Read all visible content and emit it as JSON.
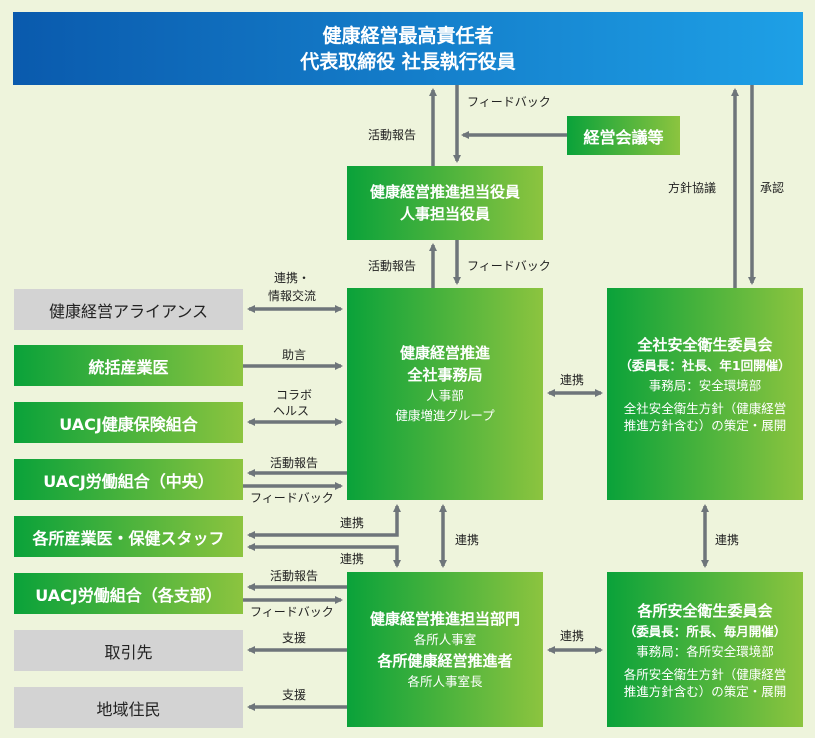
{
  "top": {
    "line1": "健康経営最高責任者",
    "line2": "代表取締役 社長執行役員"
  },
  "meeting": "経営会議等",
  "officer": {
    "line1": "健康経営推進担当役員",
    "line2": "人事担当役員"
  },
  "office": {
    "line1": "健康経営推進",
    "line2": "全社事務局",
    "line3": "人事部",
    "line4": "健康増進グループ"
  },
  "company_committee": {
    "title": "全社安全衛生委員会",
    "sub": "（委員長：社長、年1回開催）",
    "secretariat": "事務局：安全環境部",
    "policy1": "全社安全衛生方針（健康経営",
    "policy2": "推進方針含む）の策定・展開"
  },
  "dept": {
    "line1": "健康経営推進担当部門",
    "line2": "各所人事室",
    "line3": "各所健康経営推進者",
    "line4": "各所人事室長"
  },
  "site_committee": {
    "title": "各所安全衛生委員会",
    "sub": "（委員長：所長、毎月開催）",
    "secretariat": "事務局：各所安全環境部",
    "policy1": "各所安全衛生方針（健康経営",
    "policy2": "推進方針含む）の策定・展開"
  },
  "left": [
    "健康経営アライアンス",
    "統括産業医",
    "UACJ健康保険組合",
    "UACJ労働組合（中央）",
    "各所産業医・保健スタッフ",
    "UACJ労働組合（各支部）",
    "取引先",
    "地域住民"
  ],
  "labels": {
    "feedback": "フィードバック",
    "report": "活動報告",
    "policy_discussion": "方針協議",
    "approval": "承認",
    "collab": "連携",
    "collab_info1": "連携・",
    "collab_info2": "情報交流",
    "advice": "助言",
    "collabo1": "コラボ",
    "collabo2": "ヘルス",
    "support": "支援"
  },
  "colors": {
    "arrow": "#6e757a",
    "green_start": "#0aa23a",
    "green_end": "#8cc43f",
    "blue_start": "#0a5aad",
    "blue_end": "#1ea0e6"
  }
}
